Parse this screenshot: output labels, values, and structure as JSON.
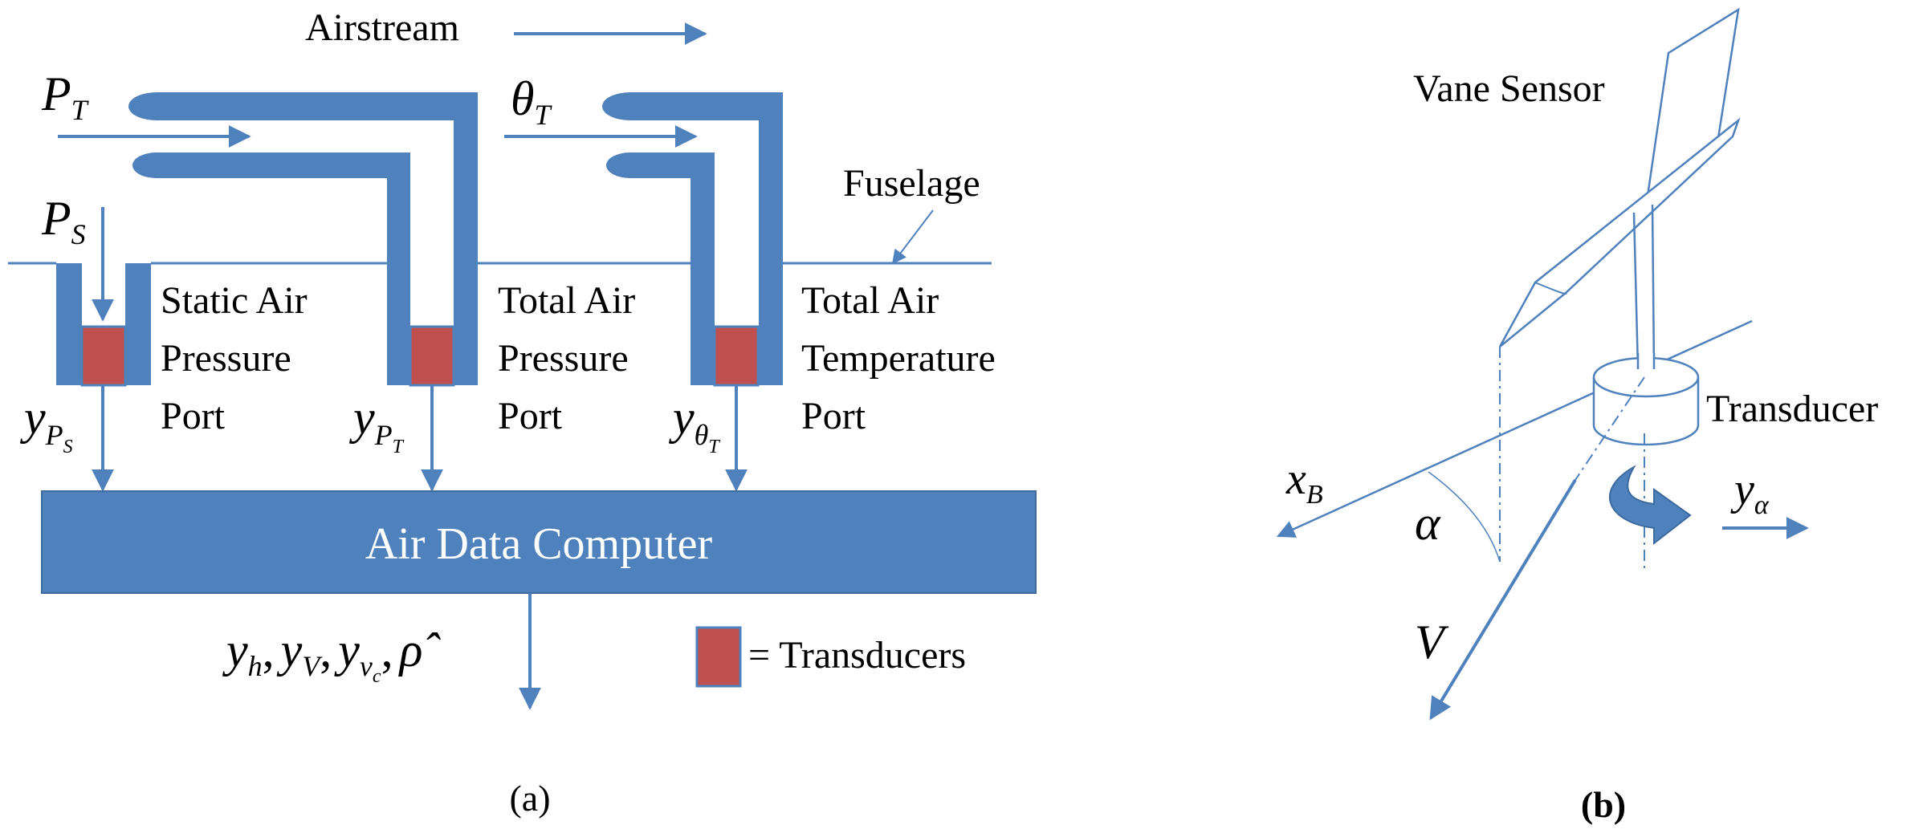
{
  "panel_a": {
    "airstream_label": "Airstream",
    "fuselage_label": "Fuselage",
    "inputs": {
      "total_pressure": {
        "main": "P",
        "sub": "T"
      },
      "static_pressure": {
        "main": "P",
        "sub": "S"
      },
      "total_temperature": {
        "main": "θ",
        "sub": "T"
      }
    },
    "ports": {
      "static": [
        "Static Air",
        "Pressure",
        "Port"
      ],
      "total_pressure": [
        "Total Air",
        "Pressure",
        "Port"
      ],
      "total_temperature": [
        "Total Air",
        "Temperature",
        "Port"
      ]
    },
    "measurements": {
      "static": {
        "main": "y",
        "sub": "P",
        "subsub": "S"
      },
      "total_pressure": {
        "main": "y",
        "sub": "P",
        "subsub": "T"
      },
      "total_temperature": {
        "main": "y",
        "sub": "θ",
        "subsub": "T"
      }
    },
    "computer_label": "Air Data Computer",
    "outputs": {
      "h": {
        "main": "y",
        "sub": "h"
      },
      "v": {
        "main": "y",
        "sub": "V"
      },
      "vc": {
        "main": "y",
        "sub": "v",
        "subsub": "c"
      },
      "rho": "ρ̂",
      "separator": ","
    },
    "legend_label": "= Transducers",
    "caption": "(a)"
  },
  "panel_b": {
    "vane_label": "Vane Sensor",
    "transducer_label": "Transducer",
    "xb": {
      "main": "x",
      "sub": "B"
    },
    "alpha": "α",
    "velocity": "V",
    "output": {
      "main": "y",
      "sub": "α"
    },
    "caption": "(b)"
  },
  "colors": {
    "pipe": "#4f81bd",
    "transducer": "#c0504d",
    "transducer_border": "#4f81bd",
    "computer": "#4f81bd",
    "line": "#4f81bd"
  }
}
